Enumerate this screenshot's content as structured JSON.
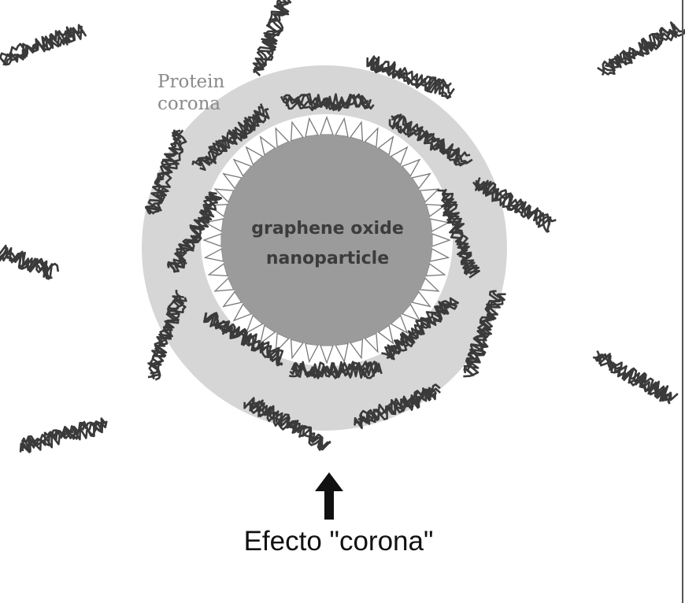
{
  "labels": {
    "corona_line1": "Protein",
    "corona_line2": "corona",
    "nanoparticle_line1": "graphene oxide",
    "nanoparticle_line2": "nanoparticle",
    "effect": "Efecto \"corona\""
  },
  "colors": {
    "corona": "#d6d6d6",
    "nanoparticle": "#9b9b9b",
    "protein": "#3a3a3a",
    "arrow": "#111111"
  }
}
